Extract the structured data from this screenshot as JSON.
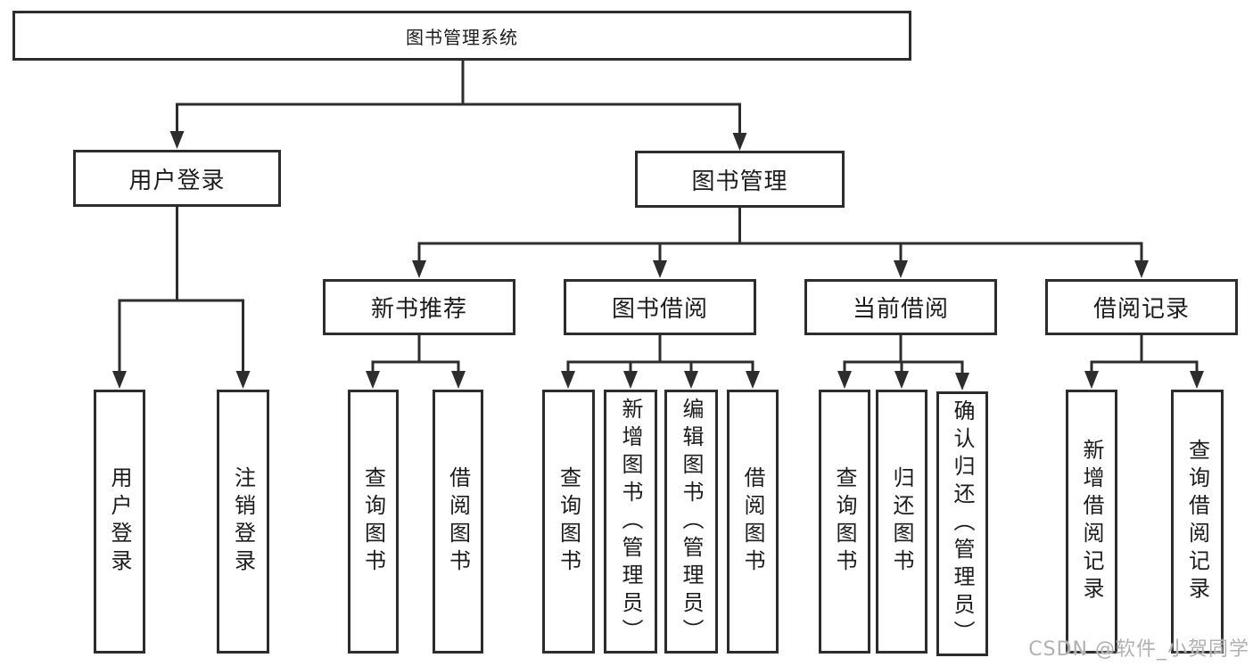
{
  "tree": {
    "label": "图书管理系统",
    "children": [
      {
        "label": "用户登录",
        "children": [
          {
            "label": "用户登录"
          },
          {
            "label": "注销登录"
          }
        ]
      },
      {
        "label": "图书管理",
        "children": [
          {
            "label": "新书推荐",
            "children": [
              {
                "label": "查询图书"
              },
              {
                "label": "借阅图书"
              }
            ]
          },
          {
            "label": "图书借阅",
            "children": [
              {
                "label": "查询图书"
              },
              {
                "label": "新增图书（管理员）"
              },
              {
                "label": "编辑图书（管理员）"
              },
              {
                "label": "借阅图书"
              }
            ]
          },
          {
            "label": "当前借阅",
            "children": [
              {
                "label": "查询图书"
              },
              {
                "label": "归还图书"
              },
              {
                "label": "确认归还（管理员）"
              }
            ]
          },
          {
            "label": "借阅记录",
            "children": [
              {
                "label": "新增借阅记录"
              },
              {
                "label": "查询借阅记录"
              }
            ]
          }
        ]
      }
    ]
  },
  "watermark": "CSDN @软件_小贺同学",
  "colors": {
    "line": "#2d2d2d",
    "text": "#1c1c1c",
    "background": "#ffffff",
    "watermark": "#b3b1b0"
  }
}
